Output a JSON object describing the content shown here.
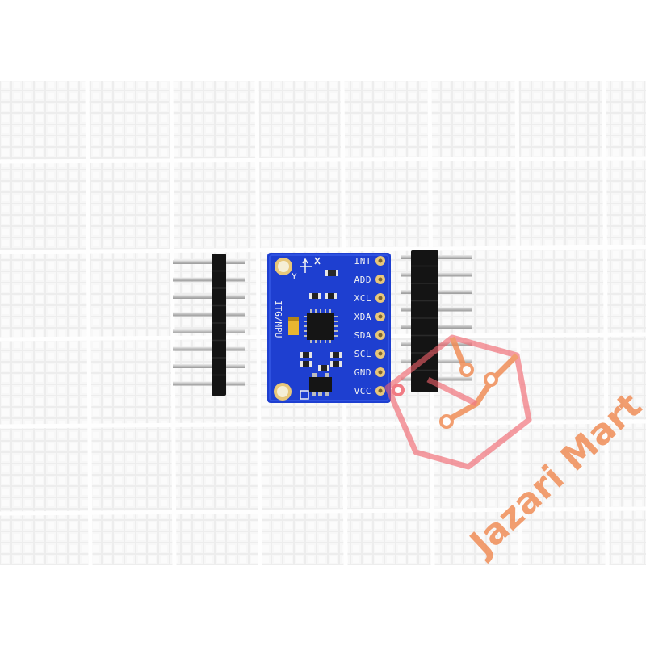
{
  "board": {
    "label": "ITG/MPU",
    "axis_mark": "Y",
    "pins": [
      "INT",
      "ADD",
      "XCL",
      "XDA",
      "SDA",
      "SCL",
      "GND",
      "VCC"
    ]
  },
  "watermark": {
    "text": "Jazari Mart",
    "color_primary": "#f08a52",
    "color_secondary": "#f0606a"
  },
  "colors": {
    "pcb": "#1e3fd0",
    "header_plastic": "#141414",
    "pin_metal": "#c9c9c9",
    "pad_gold": "#e8c77a"
  }
}
